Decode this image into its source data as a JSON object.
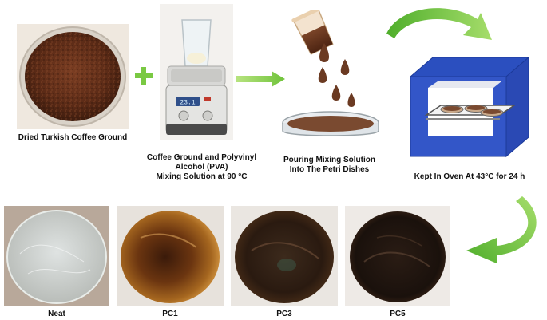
{
  "steps": [
    {
      "caption": "Dried Turkish Coffee Ground"
    },
    {
      "caption_lines": [
        "Coffee Ground and Polyvinyl",
        "Alcohol (PVA)",
        "Mixing Solution at 90 °C"
      ]
    },
    {
      "caption_lines": [
        "Pouring Mixing Solution",
        "Into The Petri Dishes"
      ]
    },
    {
      "caption": "Kept In Oven At 43°C for 24 h"
    }
  ],
  "hotplate_display": "23.1",
  "samples": [
    {
      "label": "Neat"
    },
    {
      "label": "PC1"
    },
    {
      "label": "PC3"
    },
    {
      "label": "PC5"
    }
  ],
  "colors": {
    "arrow_green": "#7ac943",
    "oven_blue": "#3356c8",
    "coffee_brown": "#6b3a22"
  }
}
